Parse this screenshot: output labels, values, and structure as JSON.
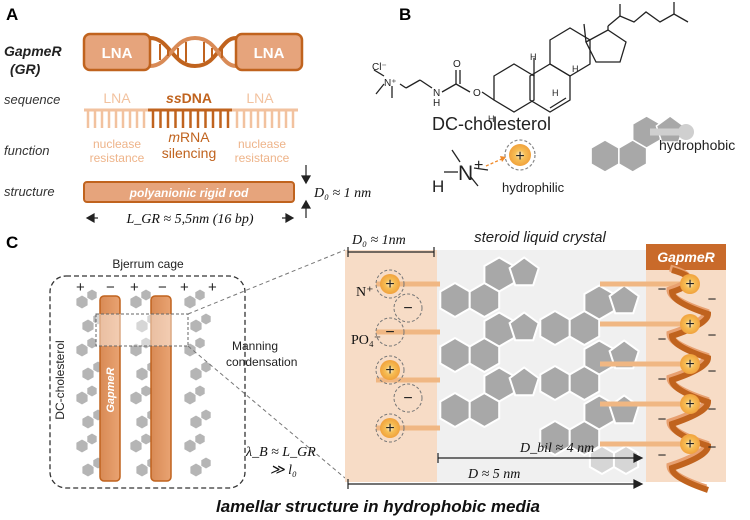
{
  "panel_a": {
    "label": "A",
    "gapmer_line1": "GapmeR",
    "gapmer_line2": "(GR)",
    "lna_left": "LNA",
    "lna_right": "LNA",
    "row_sequence": "sequence",
    "seq_left": "LNA",
    "seq_mid_prefix": "ss",
    "seq_mid_rest": "DNA",
    "seq_right": "LNA",
    "row_function": "function",
    "func_left_1": "nuclease",
    "func_left_2": "resistance",
    "func_mid_prefix": "m",
    "func_mid_rest": "RNA",
    "func_mid_2": "silencing",
    "func_right_1": "nuclease",
    "func_right_2": "resistance",
    "row_structure": "structure",
    "rod_text": "polyanionic rigid rod",
    "d0_text": "D₀ ≈ 1 nm",
    "lgr_text": "L_GR ≈ 5,5nm (16 bp)"
  },
  "panel_b": {
    "label": "B",
    "chlorine": "Cl⁻",
    "nitrogen": "N⁺",
    "amine_n": "N",
    "amine_h": "H",
    "carbonyl_o": "O",
    "ester_o": "O",
    "h_labels": [
      "H",
      "H",
      "H",
      "H"
    ],
    "name": "DC-cholesterol",
    "hydrophobic": "hydrophobic",
    "hydrophilic": "hydrophilic",
    "head_h": "H",
    "head_n": "N",
    "head_plus": "+"
  },
  "panel_c": {
    "label": "C",
    "bjerrum_cage": "Bjerrum cage",
    "dc_cholesterol": "DC-cholesterol",
    "gapmer": "GapmeR",
    "manning_1": "Manning",
    "manning_2": "condensation",
    "lambda_1": "λ_B ≈ L_GR",
    "lambda_2": "≫ l₀",
    "d0_label": "D₀ ≈ 1nm",
    "steroid_label": "steroid liquid crystal",
    "gapmer_label": "GapmeR",
    "n_plus": "N⁺",
    "po4": "PO₄⁻",
    "dbil": "D_bil ≈ 4 nm",
    "d_total": "D ≈ 5 nm",
    "caption": "lamellar structure in hydrophobic media"
  },
  "colors": {
    "lna_fill": "#e6a47c",
    "lna_stroke": "#c0631e",
    "dna_orange": "#c0631e",
    "light_orange": "#f2c29f",
    "bg_peach": "#f7dcc6",
    "grey_hex": "#a8a8a8",
    "yellow_charge": "#f4b24a",
    "header_brown": "#c96a2a"
  }
}
